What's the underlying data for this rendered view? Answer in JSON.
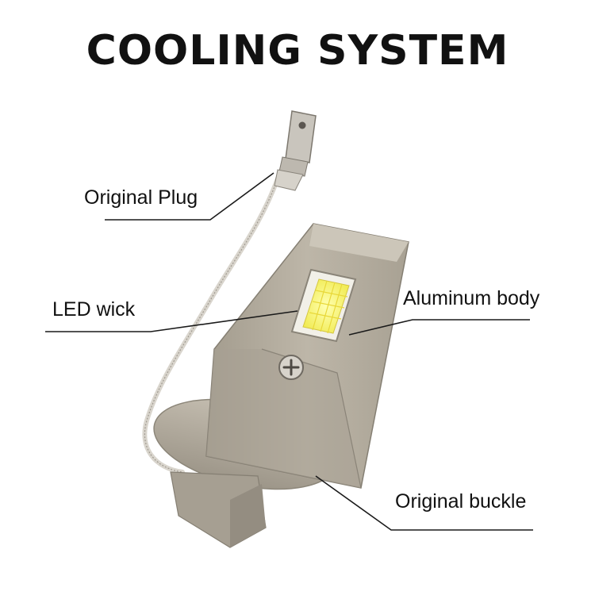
{
  "title": "COOLING SYSTEM",
  "labels": {
    "original_plug": "Original Plug",
    "led_wick": "LED wick",
    "aluminum_body": "Aluminum body",
    "original_buckle": "Original buckle"
  },
  "colors": {
    "body": "#b5ae9f",
    "body_dark": "#8f897c",
    "led_chip": "#f4f070",
    "text": "#111111"
  }
}
